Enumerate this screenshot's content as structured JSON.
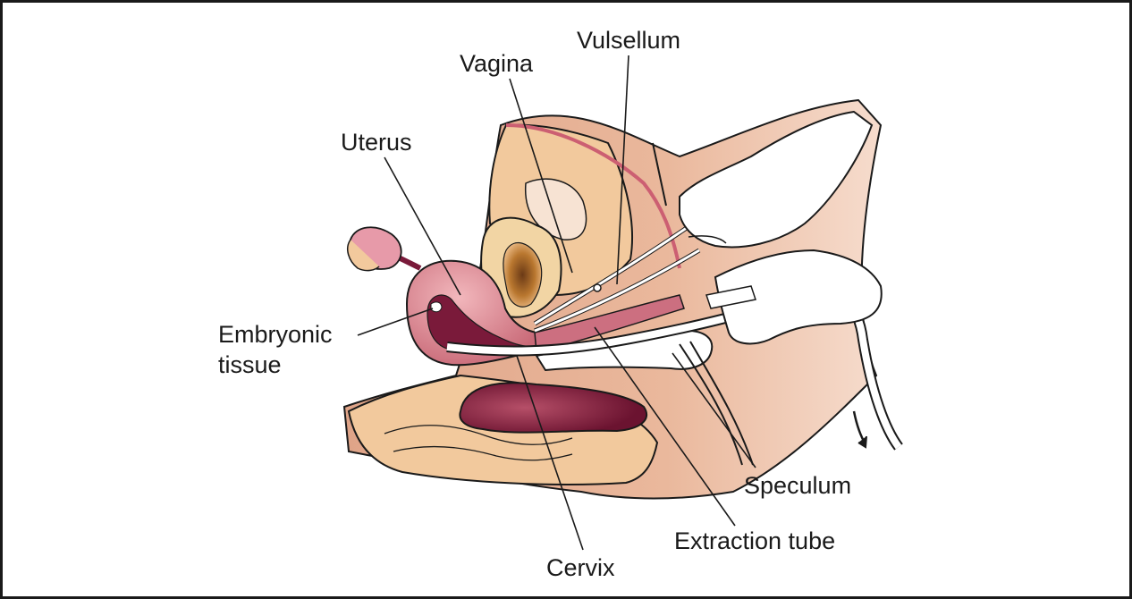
{
  "labels": {
    "vagina": "Vagina",
    "vulsellum": "Vulsellum",
    "uterus": "Uterus",
    "embryonic_line1": "Embryonic",
    "embryonic_line2": "tissue",
    "speculum": "Speculum",
    "extraction_tube": "Extraction tube",
    "cervix": "Cervix"
  },
  "colors": {
    "skin": "#e9b99b",
    "tissue_tan": "#f2c99d",
    "uterus_pink": "#d9807f",
    "cavity_dark": "#7a1a3a",
    "outline": "#1a1a1a",
    "membrane": "#cc5f72",
    "instrument": "#ffffff"
  }
}
